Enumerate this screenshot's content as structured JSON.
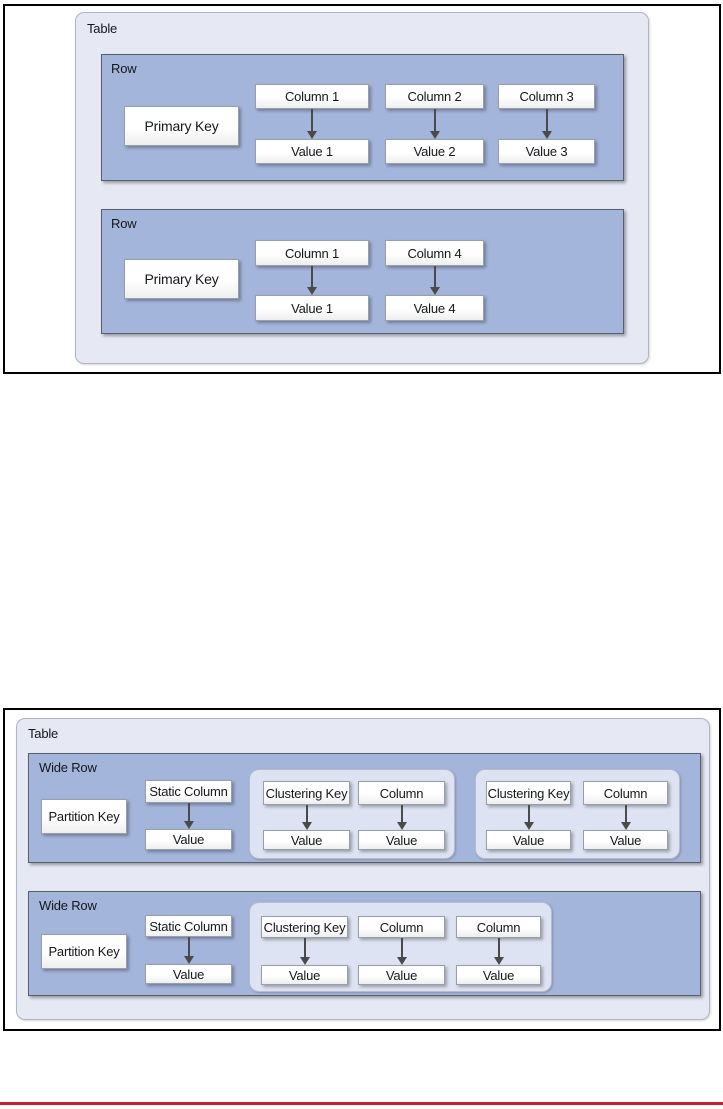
{
  "figure1": {
    "label": "Table",
    "rows": [
      {
        "label": "Row",
        "key": "Primary Key",
        "pairs": [
          {
            "column": "Column 1",
            "value": "Value 1"
          },
          {
            "column": "Column 2",
            "value": "Value 2"
          },
          {
            "column": "Column 3",
            "value": "Value 3"
          }
        ]
      },
      {
        "label": "Row",
        "key": "Primary Key",
        "pairs": [
          {
            "column": "Column 1",
            "value": "Value 1"
          },
          {
            "column": "Column 4",
            "value": "Value 4"
          }
        ]
      }
    ]
  },
  "figure2": {
    "label": "Table",
    "rows": [
      {
        "label": "Wide Row",
        "key": "Partition Key",
        "static": {
          "column": "Static Column",
          "value": "Value"
        },
        "groups": [
          [
            {
              "column": "Clustering Key",
              "value": "Value"
            },
            {
              "column": "Column",
              "value": "Value"
            }
          ],
          [
            {
              "column": "Clustering Key",
              "value": "Value"
            },
            {
              "column": "Column",
              "value": "Value"
            }
          ]
        ]
      },
      {
        "label": "Wide Row",
        "key": "Partition Key",
        "static": {
          "column": "Static Column",
          "value": "Value"
        },
        "groups": [
          [
            {
              "column": "Clustering Key",
              "value": "Value"
            },
            {
              "column": "Column",
              "value": "Value"
            },
            {
              "column": "Column",
              "value": "Value"
            }
          ]
        ]
      }
    ]
  },
  "colors": {
    "frame_border": "#000000",
    "table_fill": "#e6e9f4",
    "row_fill": "#a4b5db",
    "group_fill": "#dde3f2",
    "arrow": "#4a4a4a",
    "bottom_rule": "#c5232b"
  }
}
